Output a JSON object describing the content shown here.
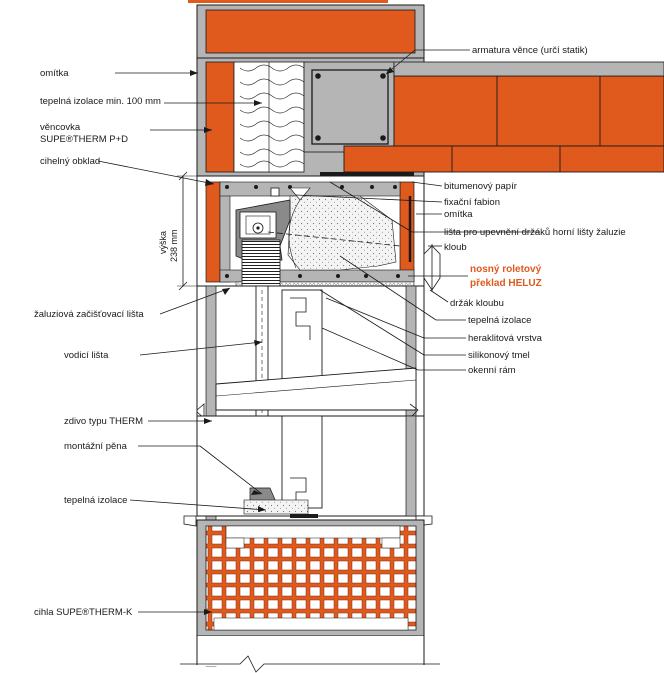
{
  "labels": {
    "omitka_left": "omítka",
    "tepelna_izolace_min": "tepelná izolace min. 100 mm",
    "vencovka_1": "věncovka",
    "vencovka_2": "SUPE®THERM P+D",
    "cihelny_obklad": "cihelný obklad",
    "zaluziova_lista": "žaluziová začišťovací lišta",
    "vodici_lista": "vodicí lišta",
    "zdivo_therm": "zdivo typu THERM",
    "montazni_pena": "montážní pěna",
    "tepelna_izolace_bottom": "tepelná izolace",
    "cihla_therm_k": "cihla SUPE®THERM-K",
    "armatura_vence": "armatura věnce (určí statik)",
    "bitumenovy_papir": "bitumenový papír",
    "fixacni_fabion": "fixační fabion",
    "omitka_right": "omítka",
    "lista_upevneni": "lišta pro upevnění držáků horní lišty žaluzie",
    "kloub": "kloub",
    "nosny_1": "nosný roletový",
    "nosny_2": "překlad HELUZ",
    "drzak_kloubu": "držák kloubu",
    "tepelna_izolace_right": "tepelná izolace",
    "heraklitova_vrstva": "heraklitová vrstva",
    "silikonovy_tmel": "silikonový tmel",
    "okenni_ram": "okenní rám"
  },
  "dimension": {
    "label": "výška",
    "value": "238 mm"
  },
  "colors": {
    "brick": "#e05a1e",
    "grey": "#b5b5b5",
    "dark_grey": "#8a8a8a",
    "line": "#1a1a1a",
    "label_accent": "#e05a1e"
  }
}
